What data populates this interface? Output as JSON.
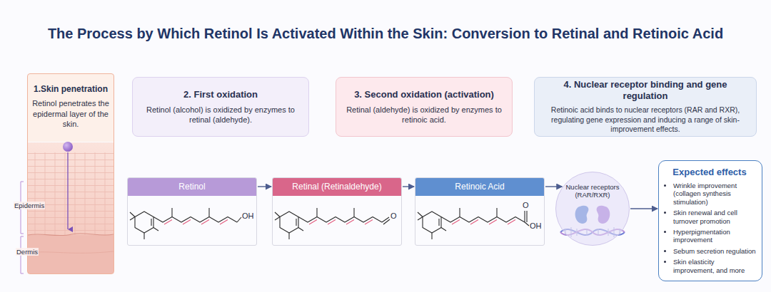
{
  "diagram": {
    "title": "The Process by Which Retinol Is Activated Within the Skin: Conversion to Retinal and Retinoic Acid",
    "nodes": [
      {
        "text": [
          "1.Skin penetration",
          "Retinol penetrates the epidermal layer of the skin."
        ]
      },
      {
        "text": [
          "2. First oxidation",
          "Retinol (alcohol) is oxidized by enzymes to retinal (aldehyde)."
        ]
      },
      {
        "text": [
          "3. Second oxidation (activation)",
          "Retinal (aldehyde) is oxidized by enzymes to retinoic acid."
        ]
      },
      {
        "text": [
          "4. Nuclear receptor binding and gene regulation",
          "Retinoic acid binds to nuclear receptors (RAR and RXR), regulating gene expression and inducing a range of skin-improvement effects."
        ]
      },
      {
        "text": [
          "Retinol"
        ]
      },
      {
        "text": [
          "Retinal (Retinaldehyde)"
        ]
      },
      {
        "text": [
          "Retinoic Acid"
        ]
      },
      {
        "text": [
          "Nuclear receptors (RAR/RXR)"
        ]
      },
      {
        "text": [
          "Expected effects",
          "Wrinkle improvement (collagen synthesis stimulation)",
          "Skin renewal and cell turnover promotion",
          "Hyperpigmentation improvement",
          "Sebum secretion regulation",
          "Skin elasticity improvement, and more"
        ]
      }
    ],
    "edges": [
      {
        "from": 4,
        "to": 5,
        "arrow": "to"
      },
      {
        "from": 5,
        "to": 6,
        "arrow": "to"
      },
      {
        "from": 6,
        "to": 7,
        "arrow": "to"
      },
      {
        "from": 7,
        "to": 8,
        "arrow": "to"
      }
    ],
    "labels": [
      "Epidermis",
      "Dermis",
      "OH",
      "O",
      "O",
      "OH"
    ]
  }
}
